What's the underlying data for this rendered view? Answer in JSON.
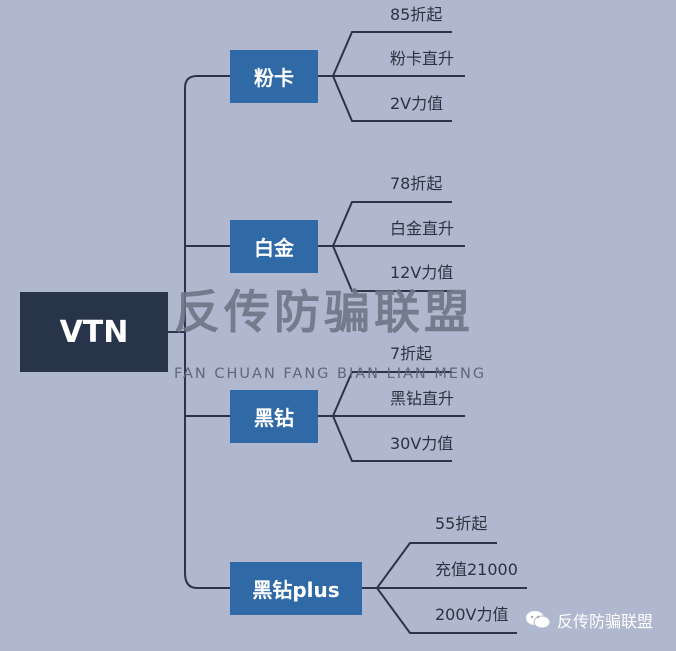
{
  "root": {
    "label": "VTN"
  },
  "branches": [
    {
      "label": "粉卡",
      "leaves": [
        "85折起",
        "粉卡直升",
        "2V力值"
      ]
    },
    {
      "label": "白金",
      "leaves": [
        "78折起",
        "白金直升",
        "12V力值"
      ]
    },
    {
      "label": "黑钻",
      "leaves": [
        "7折起",
        "黑钻直升",
        "30V力值"
      ]
    },
    {
      "label": "黑钻plus",
      "leaves": [
        "55折起",
        "充值21000",
        "200V力值"
      ]
    }
  ],
  "watermark": {
    "title": "反传防骗联盟",
    "subtitle": "FAN CHUAN FANG BIAN LIAN MENG"
  },
  "footer": {
    "account": "反传防骗联盟"
  },
  "colors": {
    "background": "#b0b8cf",
    "root": "#283449",
    "branch": "#2f69a6",
    "line": "#2c3447"
  }
}
